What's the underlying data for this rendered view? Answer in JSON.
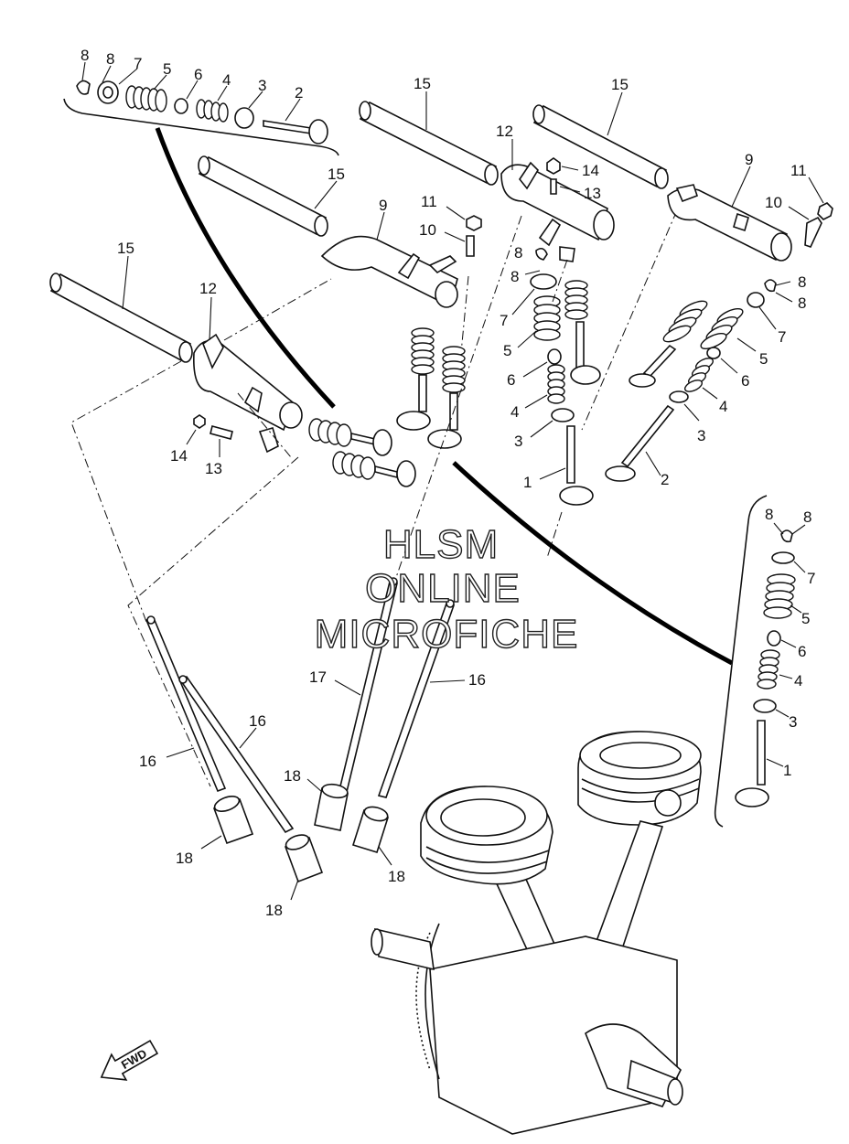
{
  "watermark": {
    "line1": "HLSM",
    "line2": "ONLINE",
    "line3": "MICROFICHE"
  },
  "fwd_label": "FWD",
  "callouts": {
    "left_inset": [
      "8",
      "8",
      "7",
      "5",
      "6",
      "4",
      "3",
      "2"
    ],
    "rocker_left": [
      "15",
      "15",
      "9",
      "11",
      "10",
      "12",
      "14",
      "13"
    ],
    "center": [
      "15",
      "12",
      "14",
      "13",
      "8",
      "8",
      "7",
      "5",
      "6",
      "4",
      "3",
      "1"
    ],
    "right_rocker": [
      "15",
      "9",
      "11",
      "10",
      "8",
      "8",
      "7",
      "5",
      "6",
      "4",
      "3",
      "2"
    ],
    "right_inset": [
      "8",
      "8",
      "7",
      "5",
      "6",
      "4",
      "3",
      "1"
    ],
    "pushrods": [
      "17",
      "16",
      "16",
      "16"
    ],
    "lifters": [
      "18",
      "18",
      "18",
      "18"
    ]
  },
  "icons": [
    "fwd-arrow-icon"
  ]
}
